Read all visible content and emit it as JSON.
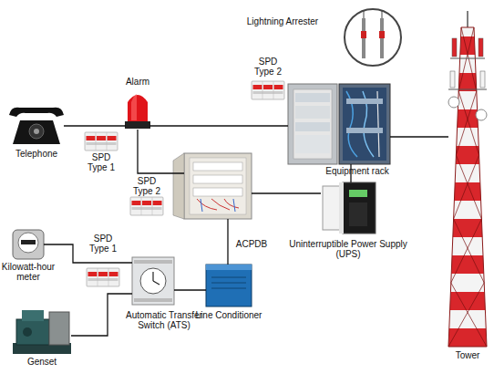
{
  "diagram": {
    "nodes": [
      {
        "text": [
          "Telephone"
        ]
      },
      {
        "text": [
          "SPD Type 1"
        ]
      },
      {
        "text": [
          "Alarm"
        ]
      },
      {
        "text": [
          "SPD Type 2"
        ]
      },
      {
        "text": [
          "Equipment rack"
        ]
      },
      {
        "text": [
          "Lightning Arrester"
        ]
      },
      {
        "text": [
          "Tower"
        ]
      },
      {
        "text": [
          "SPD Type 2"
        ]
      },
      {
        "text": [
          "ACPDB"
        ]
      },
      {
        "text": [
          "Uninterruptible Power Supply (UPS)"
        ]
      },
      {
        "text": [
          "Kilowatt-hour meter"
        ]
      },
      {
        "text": [
          "SPD Type 1"
        ]
      },
      {
        "text": [
          "Automatic Transfer Switch (ATS)"
        ]
      },
      {
        "text": [
          "Line Conditioner"
        ]
      },
      {
        "text": [
          "Genset"
        ]
      }
    ],
    "edges": [
      {
        "from": 0,
        "to": 2,
        "arrow": "none"
      },
      {
        "from": 2,
        "to": 4,
        "arrow": "none"
      },
      {
        "from": 2,
        "to": 8,
        "arrow": "none"
      },
      {
        "from": 8,
        "to": 9,
        "arrow": "none"
      },
      {
        "from": 4,
        "to": 9,
        "arrow": "none"
      },
      {
        "from": 4,
        "to": 6,
        "arrow": "none"
      },
      {
        "from": 8,
        "to": 13,
        "arrow": "none"
      },
      {
        "from": 13,
        "to": 12,
        "arrow": "none"
      },
      {
        "from": 14,
        "to": 12,
        "arrow": "none"
      },
      {
        "from": 10,
        "to": 12,
        "arrow": "none"
      }
    ]
  }
}
